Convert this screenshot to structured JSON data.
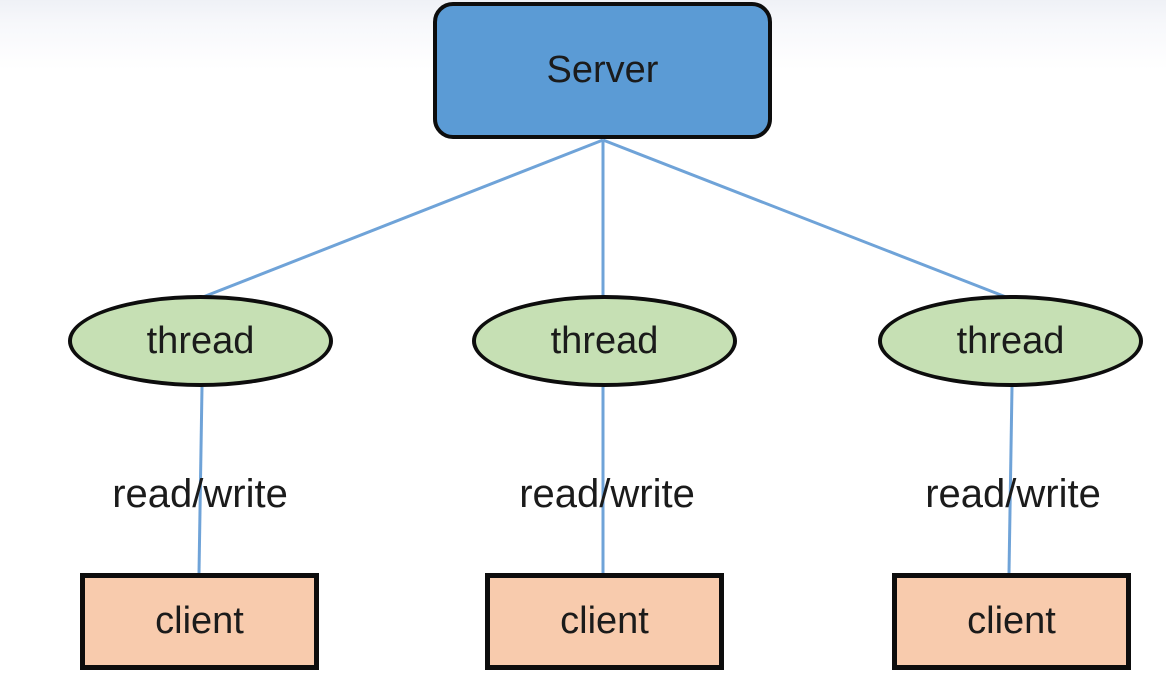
{
  "diagram": {
    "server": {
      "label": "Server"
    },
    "threads": [
      {
        "label": "thread"
      },
      {
        "label": "thread"
      },
      {
        "label": "thread"
      }
    ],
    "edges": [
      {
        "label": "read/write"
      },
      {
        "label": "read/write"
      },
      {
        "label": "read/write"
      }
    ],
    "clients": [
      {
        "label": "client"
      },
      {
        "label": "client"
      },
      {
        "label": "client"
      }
    ],
    "colors": {
      "server_fill": "#5b9bd5",
      "thread_fill": "#c6e0b4",
      "client_fill": "#f8cbad",
      "connector": "#6fa3d8",
      "outline": "#0d0d0d",
      "text": "#1b1b1b"
    }
  }
}
